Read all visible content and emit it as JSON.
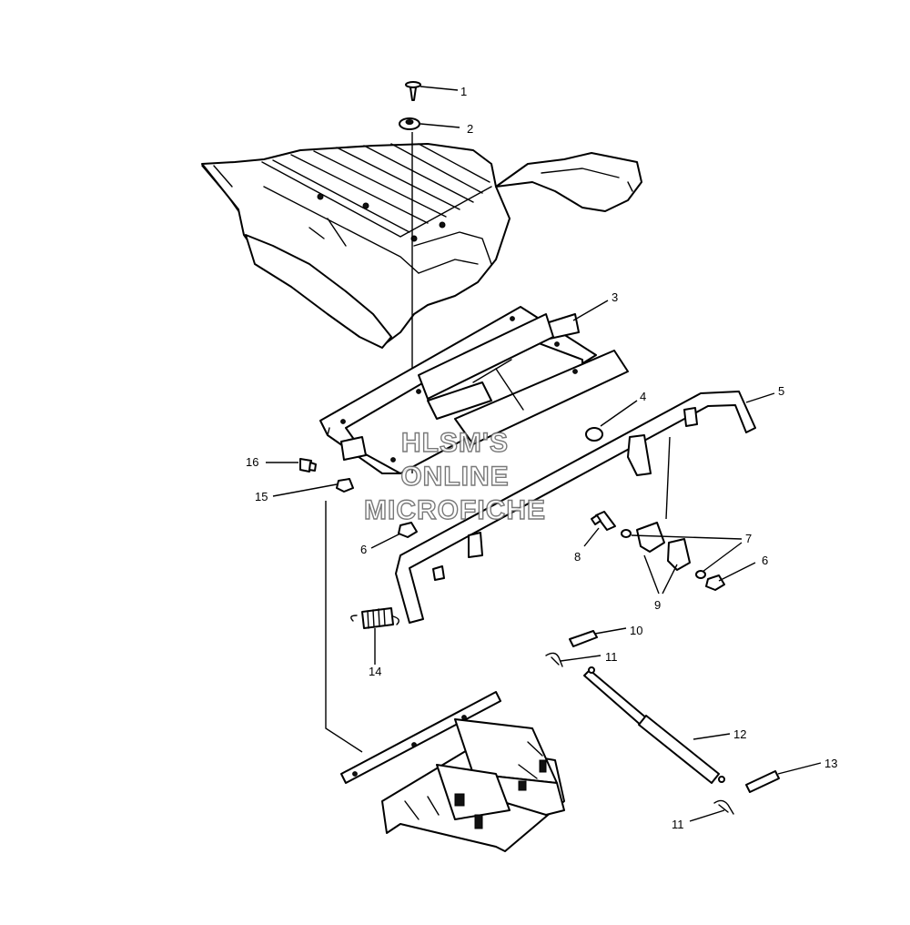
{
  "watermark": {
    "line1": "HLSM'S",
    "line2": "ONLINE",
    "line3": "MICROFICHE"
  },
  "callouts": [
    "1",
    "2",
    "3",
    "4",
    "5",
    "16",
    "15",
    "6",
    "8",
    "7",
    "6",
    "9",
    "14",
    "10",
    "11",
    "12",
    "13",
    "11"
  ],
  "colors": {
    "line": "#000000",
    "background": "#ffffff",
    "watermark_outline": "#6a6a6a"
  }
}
